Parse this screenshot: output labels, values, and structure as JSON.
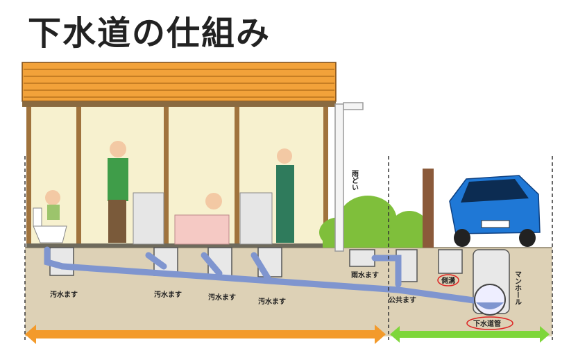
{
  "title": "下水道の仕組み",
  "labels": {
    "toilet_basin": "汚水ます",
    "kitchen_basin": "汚水ます",
    "bath_basin": "汚水ます",
    "sink_basin": "汚水ます",
    "gutter": "雨どい",
    "rain_basin": "雨水ます",
    "public_basin": "公共ます",
    "side_ditch": "側溝",
    "manhole": "マンホール",
    "sewer_pipe": "下水道管"
  },
  "colors": {
    "roof": "#f2a23a",
    "wall": "#f7f1cf",
    "ground": "#ddd1b6",
    "pipe": "#7f95cf",
    "private_arrow": "#f39a2b",
    "public_arrow": "#7ed63a",
    "car": "#1f78d6"
  },
  "icons": [
    "toilet-icon",
    "person-icon",
    "car-icon",
    "tree-icon",
    "manhole-icon"
  ]
}
